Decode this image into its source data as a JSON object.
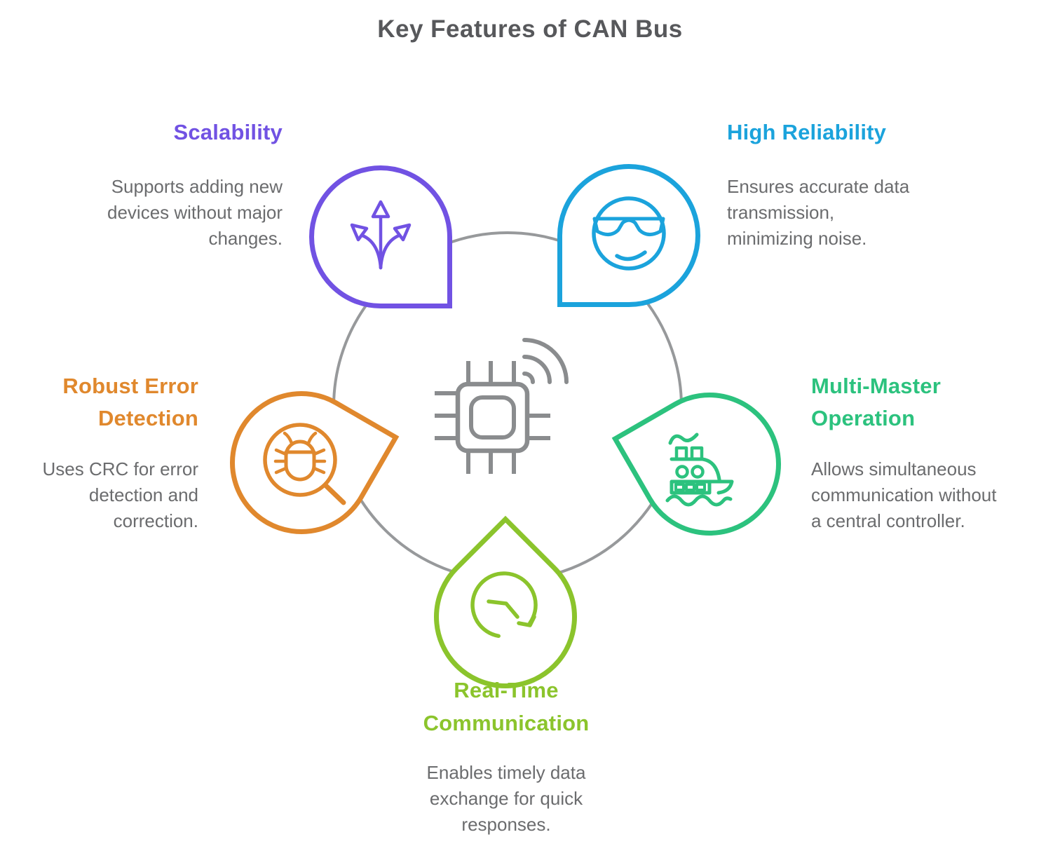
{
  "title": "Key Features of CAN Bus",
  "features": [
    {
      "id": "scalability",
      "title": "Scalability",
      "description": "Supports adding new\ndevices without major\nchanges.",
      "color": "#7152E3",
      "icon": "branch-arrows-icon",
      "position": "top-left"
    },
    {
      "id": "high-reliability",
      "title": "High Reliability",
      "description": "Ensures accurate data\ntransmission,\nminimizing noise.",
      "color": "#1BA3DC",
      "icon": "cool-face-icon",
      "position": "top-right"
    },
    {
      "id": "robust-error-detection",
      "title": "Robust Error\nDetection",
      "description": "Uses CRC for error\ndetection and\ncorrection.",
      "color": "#E0882D",
      "icon": "bug-magnifier-icon",
      "position": "left"
    },
    {
      "id": "multi-master-operation",
      "title": "Multi-Master\nOperation",
      "description": "Allows simultaneous\ncommunication without\na central controller.",
      "color": "#2CC27E",
      "icon": "ship-icon",
      "position": "right"
    },
    {
      "id": "real-time-communication",
      "title": "Real-Time\nCommunication",
      "description": "Enables timely data\nexchange for quick\nresponses.",
      "color": "#8BC42C",
      "icon": "clock-arrow-icon",
      "position": "bottom"
    }
  ],
  "center": {
    "icon": "chip-wifi-icon",
    "ring_color": "#97999B",
    "chip_color": "#8A8C8E"
  },
  "text_colors": {
    "title": "#57585B",
    "body": "#6B6C6E"
  }
}
